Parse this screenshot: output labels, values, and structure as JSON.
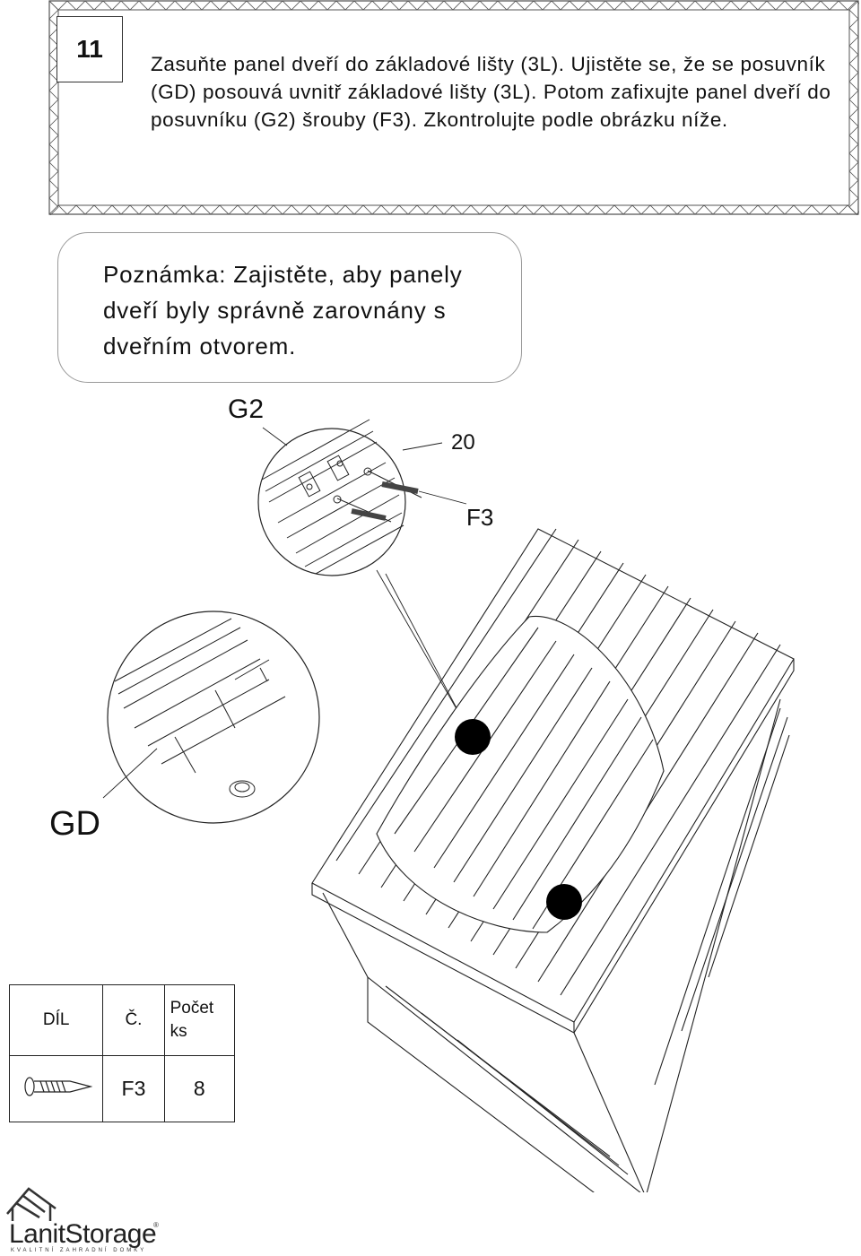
{
  "step": {
    "number": "11"
  },
  "instruction": {
    "text": "Zasuňte panel dveří do základové lišty (3L). Ujistěte se, že se posuvník (GD) posouvá uvnitř základové lišty (3L). Potom zafixujte panel dveří do posuvníku (G2) šrouby (F3). Zkontrolujte podle obrázku níže."
  },
  "note": {
    "text": "Poznámka: Zajistěte, aby panely dveří byly správně zarovnány s dveřním otvorem."
  },
  "callouts": {
    "g2": "G2",
    "count": "20",
    "f3": "F3",
    "gd": "GD"
  },
  "parts_table": {
    "header_part": "DÍL",
    "header_no": "Č.",
    "header_qty": "Počet ks",
    "rows": [
      {
        "icon": "screw-icon",
        "code": "F3",
        "qty": "8"
      }
    ]
  },
  "logo": {
    "name": "LanitStorage",
    "tagline": "KVALITNÍ ZAHRADNÍ DOMKY",
    "reg": "®"
  },
  "colors": {
    "line": "#222222",
    "frame": "#555555",
    "note_border": "#999999"
  }
}
